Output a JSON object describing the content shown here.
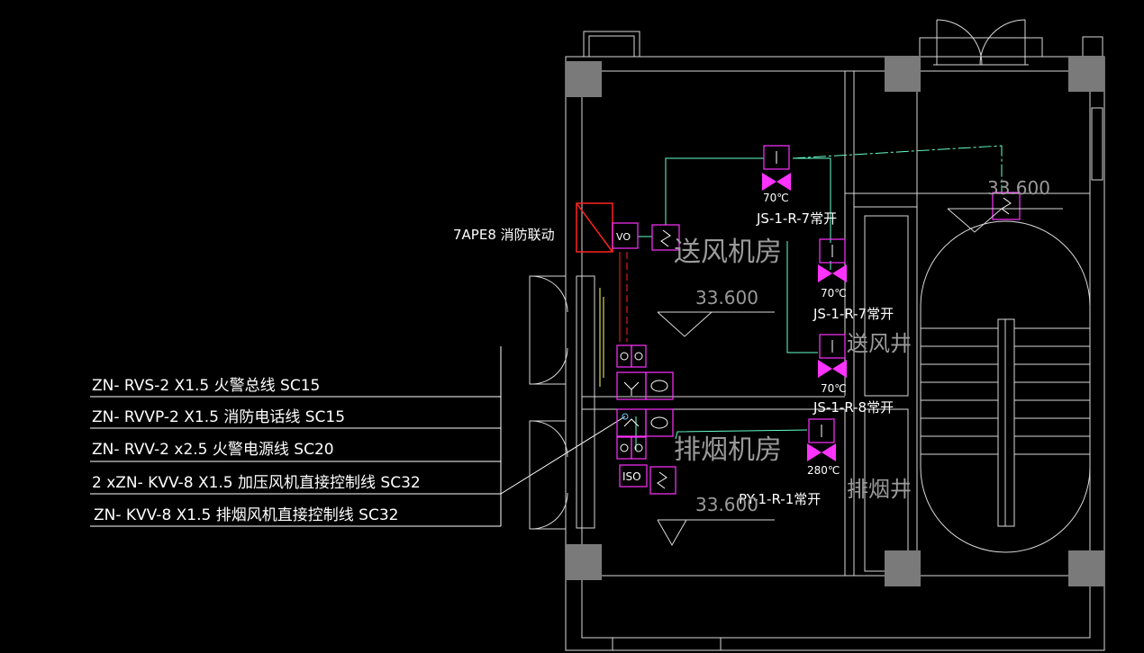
{
  "legend": {
    "rows": [
      "ZN- RVS-2 X1.5  火警总线  SC15",
      "ZN- RVVP-2 X1.5  消防电话线  SC15",
      "ZN- RVV-2 x2.5  火警电源线  SC20",
      "2 xZN- KVV-8 X1.5  加压风机直接控制线  SC32",
      "ZN- KVV-8 X1.5      排烟风机直接控制线  SC32"
    ]
  },
  "labels": {
    "panel_id": "7APE8 消防联动",
    "module_vo": "VO",
    "module_iso": "ISO",
    "room_supply": "送风机房",
    "room_exhaust": "排烟机房",
    "shaft_supply": "送风井",
    "shaft_exhaust": "排烟井",
    "elev_supply_room": "33.600",
    "elev_exhaust_room": "33.600",
    "elev_stair": "33.600",
    "temp_1": "70℃",
    "temp_2": "70℃",
    "temp_3": "70℃",
    "temp_4": "280℃",
    "damper_1": "JS-1-R-7常开",
    "damper_2": "JS-1-R-7常开",
    "damper_3": "JS-1-R-8常开",
    "damper_4": "PY-1-R-1常开"
  },
  "colors": {
    "wall": "#d8d8d8",
    "column": "#7a7a7a",
    "device": "#ff33ff",
    "wire": "#66ffcc",
    "panel": "#ff2222",
    "leader": "#ffffff",
    "hatch": "#ffff66"
  }
}
